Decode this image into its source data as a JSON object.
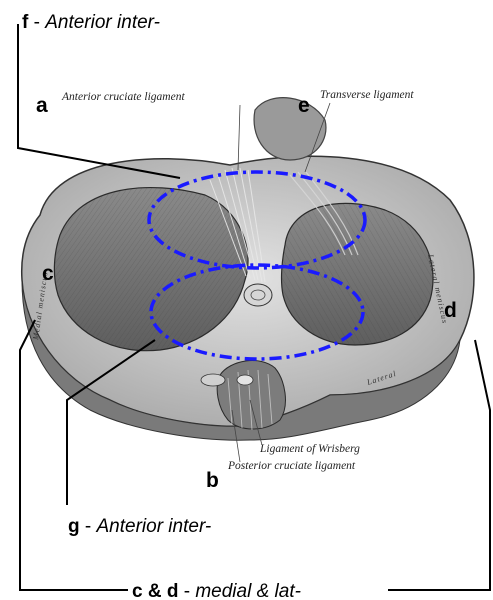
{
  "labels": {
    "a": "a",
    "b": "b",
    "c": "c",
    "d": "d",
    "e": "e"
  },
  "captions": {
    "f_key": "f",
    "f_sep": " - ",
    "f_text": "Anterior inter-",
    "g_key": "g",
    "g_sep": " - ",
    "g_text": "Anterior inter-",
    "cd_key": "c & d",
    "cd_sep": " - ",
    "cd_text": "medial & lat-"
  },
  "engraving": {
    "anterior_cruciate": "Anterior cruciate ligament",
    "transverse": "Transverse ligament",
    "wrisberg": "Ligament of Wrisberg",
    "posterior_cruciate": "Posterior cruciate ligament",
    "medial_meniscus": "Medial meniscus",
    "lateral": "Lateral",
    "lateral_meniscus": "Lateral meniscus"
  },
  "colors": {
    "ellipse_dash": "#1a1aff",
    "leader_line": "#000000",
    "bone_fill": "#9a9a9a",
    "meniscus_fill": "#c8c8c8"
  }
}
